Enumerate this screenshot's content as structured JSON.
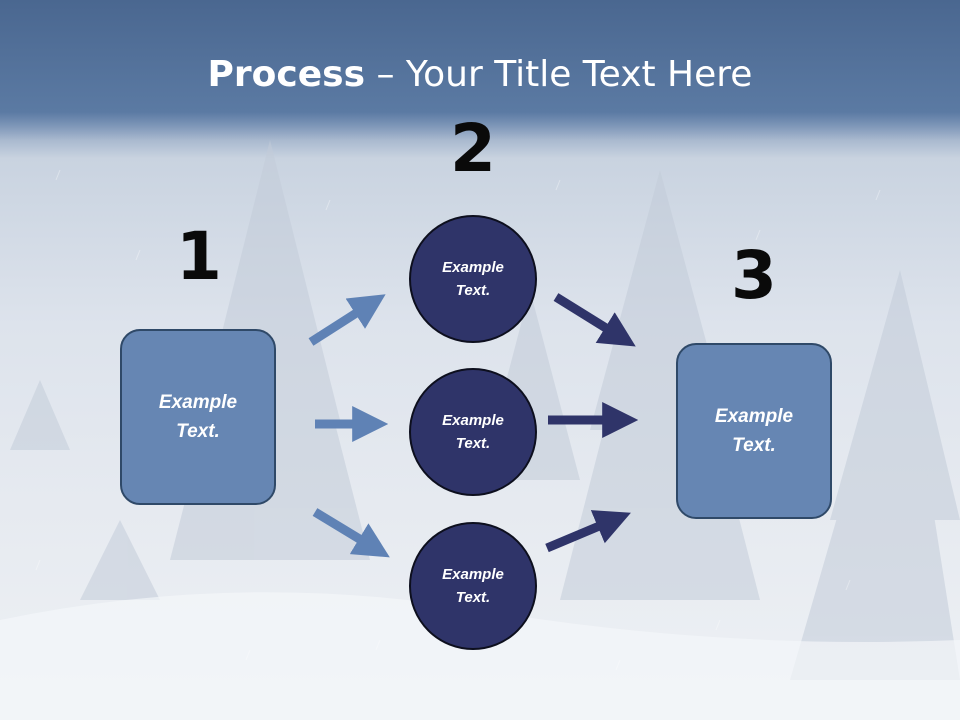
{
  "title": {
    "bold": "Process",
    "rest": " – Your Title Text Here"
  },
  "steps": {
    "one": "1",
    "two": "2",
    "three": "3"
  },
  "left_box": {
    "line1": "Example",
    "line2": "Text."
  },
  "right_box": {
    "line1": "Example",
    "line2": "Text."
  },
  "circles": [
    {
      "line1": "Example",
      "line2": "Text."
    },
    {
      "line1": "Example",
      "line2": "Text."
    },
    {
      "line1": "Example",
      "line2": "Text."
    }
  ],
  "colors": {
    "header": "#5a79a2",
    "box_fill": "#6686b3",
    "circle_fill": "#2f3469",
    "left_arrows": "#5f82b5",
    "right_arrows": "#2f3469"
  }
}
